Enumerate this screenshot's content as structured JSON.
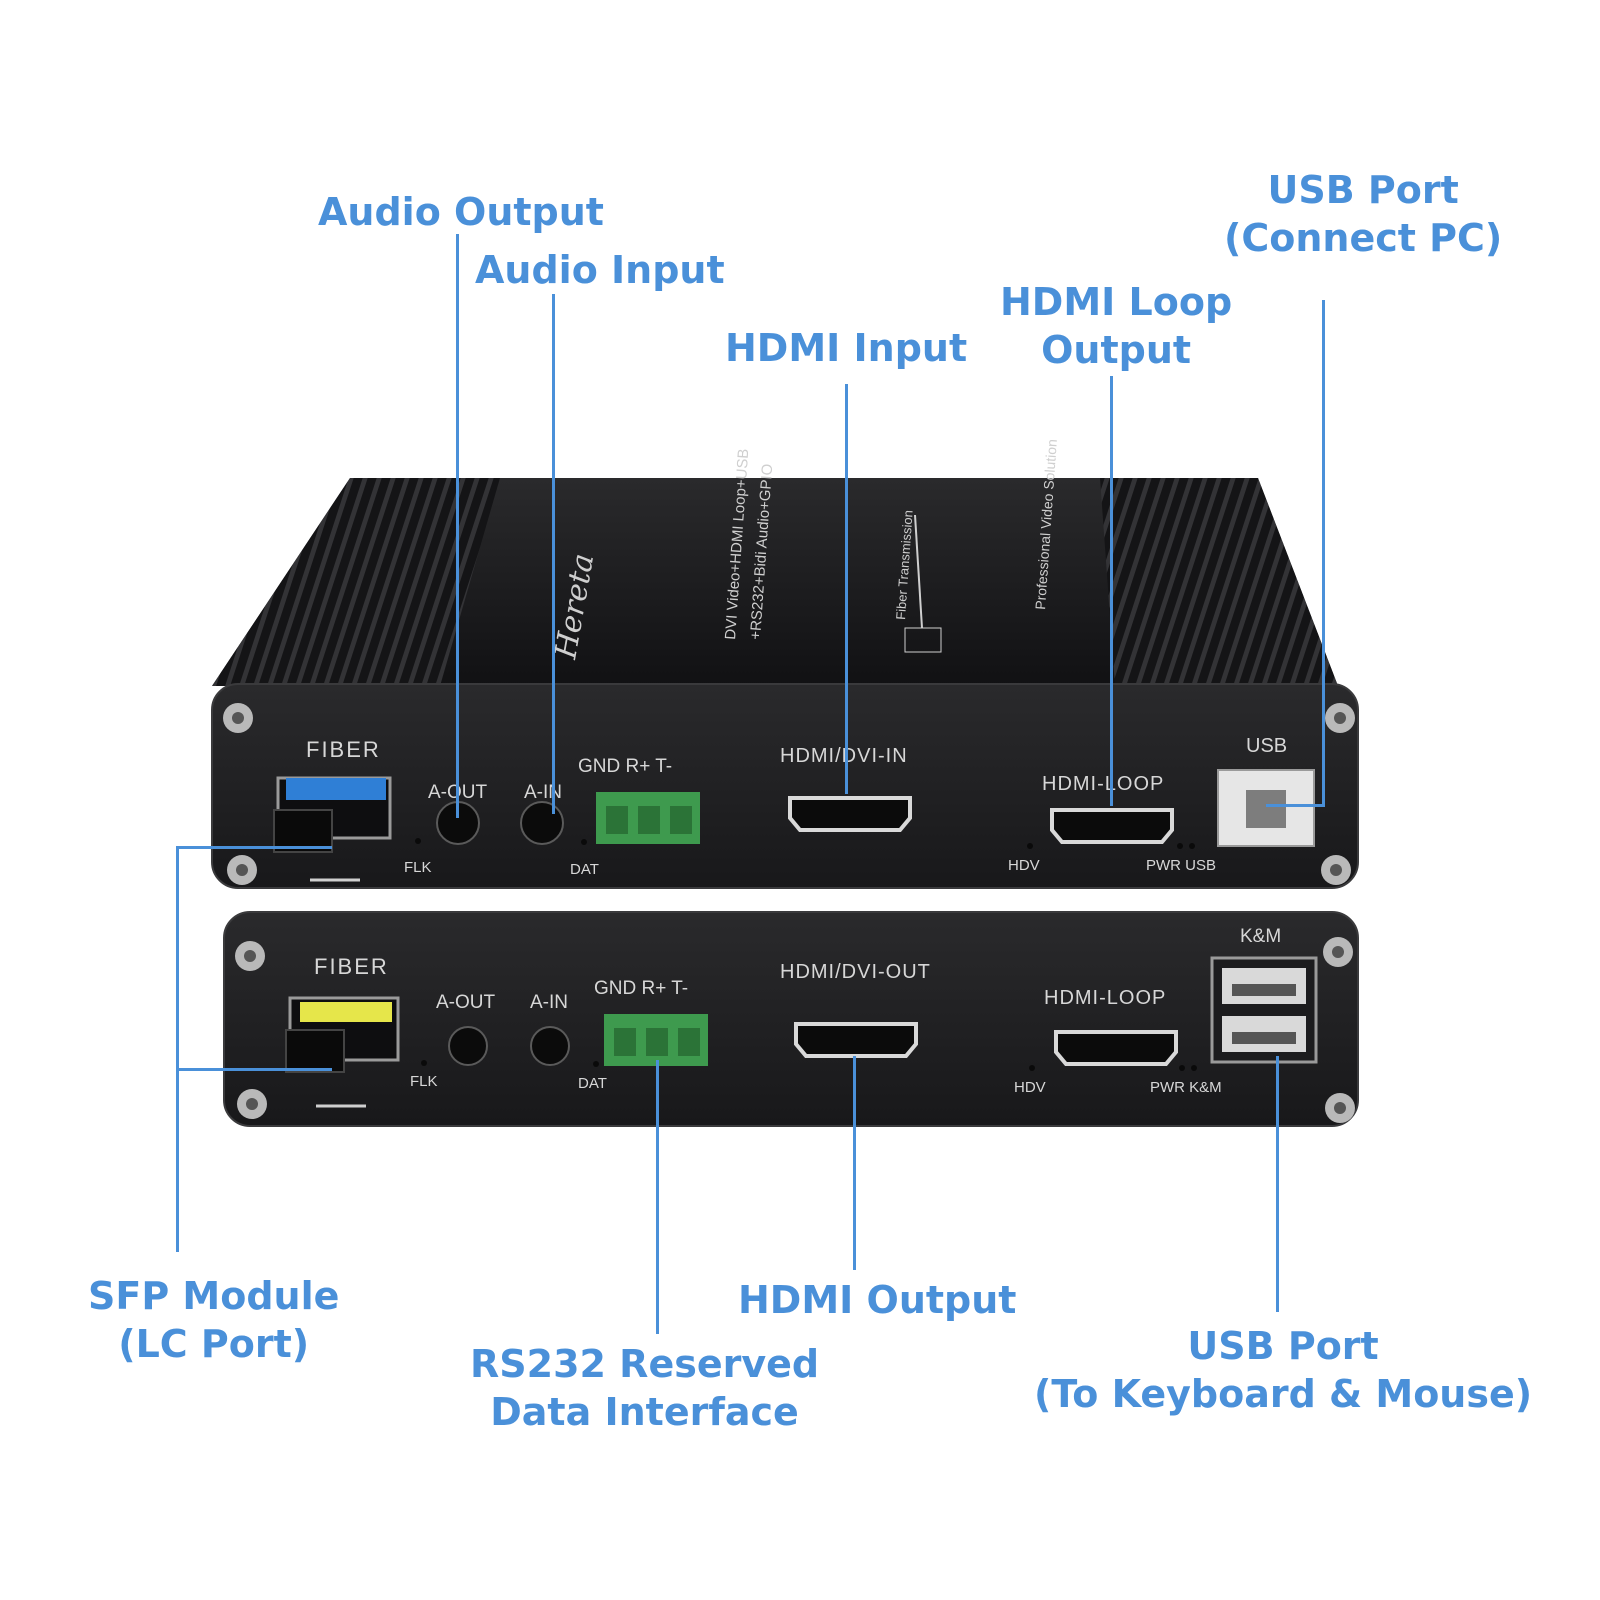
{
  "callouts": {
    "audio_output": "Audio Output",
    "audio_input": "Audio Input",
    "hdmi_input": "HDMI Input",
    "hdmi_loop_output_line1": "HDMI Loop",
    "hdmi_loop_output_line2": "Output",
    "usb_port_pc_line1": "USB Port",
    "usb_port_pc_line2": "(Connect PC)",
    "sfp_module_line1": "SFP Module",
    "sfp_module_line2": "(LC Port)",
    "rs232_line1": "RS232 Reserved",
    "rs232_line2": "Data Interface",
    "hdmi_output": "HDMI Output",
    "usb_port_km_line1": "USB Port",
    "usb_port_km_line2": "(To Keyboard & Mouse)"
  },
  "transmitter": {
    "fiber": "FIBER",
    "a_out": "A-OUT",
    "a_in": "A-IN",
    "gnd_rt": "GND  R+  T-",
    "hdmi_dvi_in": "HDMI/DVI-IN",
    "hdmi_loop": "HDMI-LOOP",
    "usb": "USB",
    "flk": "FLK",
    "dat": "DAT",
    "hdv": "HDV",
    "pwr_usb": "PWR USB"
  },
  "receiver": {
    "fiber": "FIBER",
    "a_out": "A-OUT",
    "a_in": "A-IN",
    "gnd_rt": "GND  R+  T-",
    "hdmi_dvi_out": "HDMI/DVI-OUT",
    "hdmi_loop": "HDMI-LOOP",
    "km": "K&M",
    "flk": "FLK",
    "dat": "DAT",
    "hdv": "HDV",
    "pwr_km": "PWR K&M"
  },
  "top_cover": {
    "brand": "Hereta",
    "spec_line1": "DVI Video+HDMI Loop+USB",
    "spec_line2": "+RS232+Bidi Audio+GPIO",
    "fiber_transmission": "Fiber Transmission",
    "professional": "Professional Video Solution"
  },
  "colors": {
    "accent": "#4a90d9",
    "chassis": "#1c1c1e",
    "terminal_green": "#3e9a4e",
    "sfp_blue": "#2f7fd6",
    "sfp_yellow": "#e6e64a"
  }
}
